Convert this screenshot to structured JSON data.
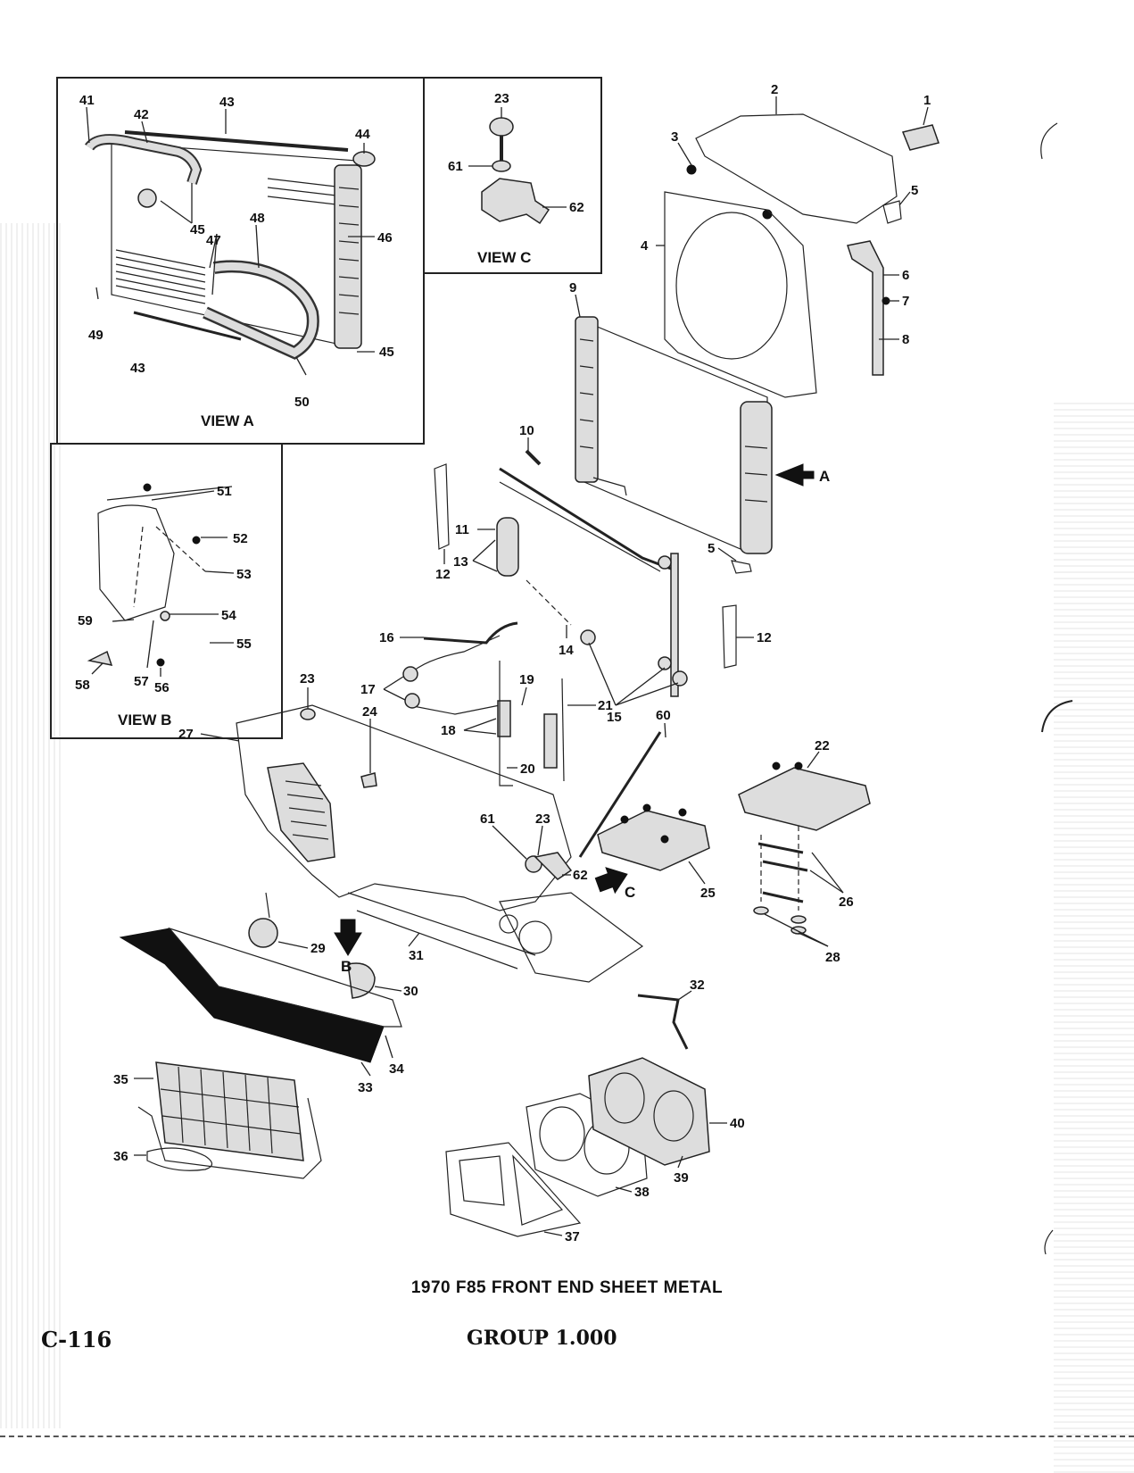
{
  "diagram": {
    "caption": "1970 F85 FRONT END SHEET METAL",
    "page_number": "C-116",
    "group": "GROUP 1.000",
    "views": {
      "a": "VIEW A",
      "b": "VIEW B",
      "c": "VIEW C"
    },
    "arrow_letters": {
      "a": "A",
      "b": "B",
      "c": "C"
    },
    "callouts": {
      "c1": "1",
      "c2": "2",
      "c3": "3",
      "c4": "4",
      "c5a": "5",
      "c5b": "5",
      "c6": "6",
      "c7": "7",
      "c8": "8",
      "c9": "9",
      "c10": "10",
      "c11": "11",
      "c12a": "12",
      "c12b": "12",
      "c13": "13",
      "c14": "14",
      "c15": "15",
      "c16": "16",
      "c17": "17",
      "c18": "18",
      "c19": "19",
      "c20": "20",
      "c21": "21",
      "c22": "22",
      "c23a": "23",
      "c23b": "23",
      "c23c": "23",
      "c24": "24",
      "c25": "25",
      "c26": "26",
      "c27": "27",
      "c28": "28",
      "c29": "29",
      "c30": "30",
      "c31": "31",
      "c32": "32",
      "c33": "33",
      "c34": "34",
      "c35": "35",
      "c36": "36",
      "c37": "37",
      "c38": "38",
      "c39": "39",
      "c40": "40",
      "c41": "41",
      "c42": "42",
      "c43a": "43",
      "c43b": "43",
      "c44": "44",
      "c45a": "45",
      "c45b": "45",
      "c46": "46",
      "c47": "47",
      "c48": "48",
      "c49": "49",
      "c50": "50",
      "c51": "51",
      "c52": "52",
      "c53": "53",
      "c54": "54",
      "c55": "55",
      "c56": "56",
      "c57": "57",
      "c58": "58",
      "c59": "59",
      "c60": "60",
      "c61a": "61",
      "c61b": "61",
      "c62a": "62",
      "c62b": "62"
    }
  }
}
